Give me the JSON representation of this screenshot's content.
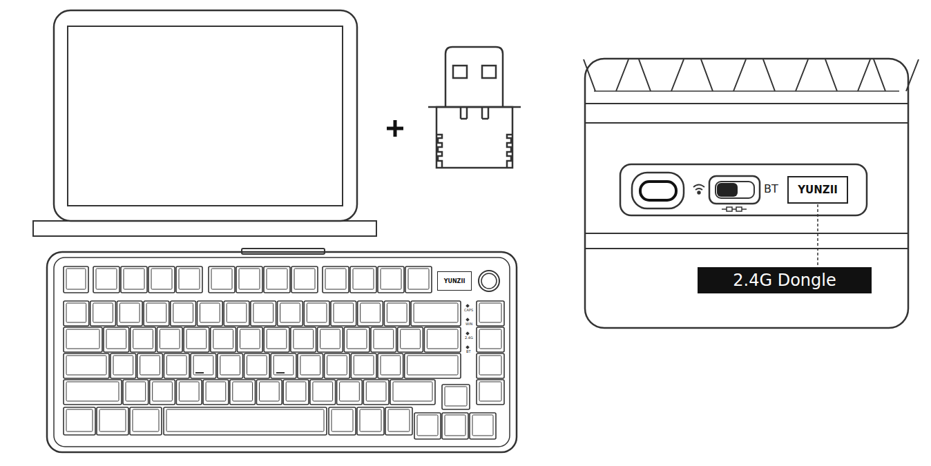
{
  "diagram": {
    "nodes": [
      {
        "text": [
          "YUNZII"
        ]
      },
      {
        "text": [
          "2.4G Dongle"
        ]
      },
      {
        "text": [
          "YUNZII"
        ]
      }
    ],
    "edges": [
      {
        "from": 0,
        "to": 1,
        "arrow": "none"
      }
    ],
    "labels": [
      "BT",
      "CAPS",
      "WIN",
      "2.4G",
      "BT"
    ]
  }
}
